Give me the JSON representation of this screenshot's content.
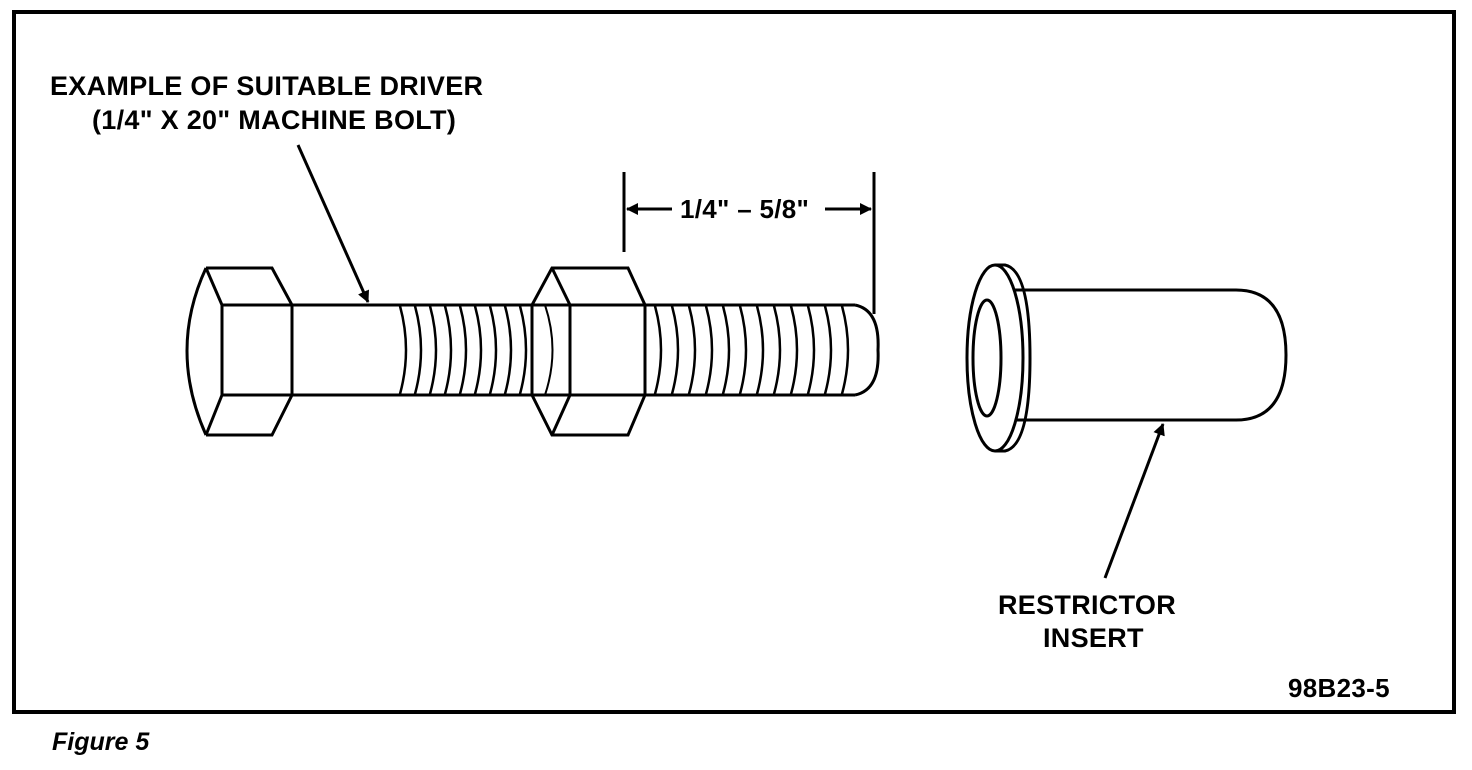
{
  "labels": {
    "driver_line1": "EXAMPLE OF SUITABLE DRIVER",
    "driver_line2": "(1/4\" X 20\" MACHINE BOLT)",
    "dimension": "1/4\" – 5/8\"",
    "insert_line1": "RESTRICTOR",
    "insert_line2": "INSERT",
    "figure_code": "98B23-5"
  },
  "caption": "Figure 5",
  "colors": {
    "ink": "#000000",
    "paper": "#ffffff"
  }
}
